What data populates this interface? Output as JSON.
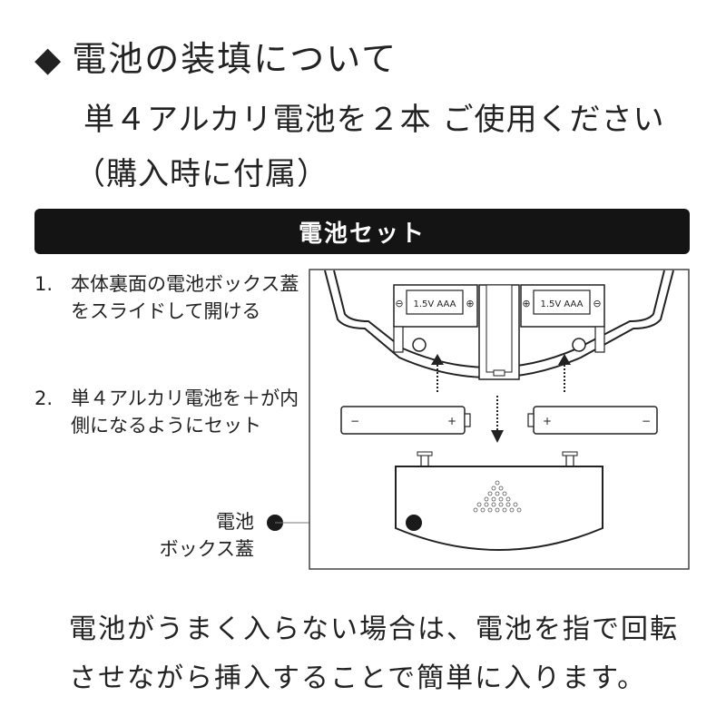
{
  "heading": {
    "marker": "◆",
    "title": "電池の装填について"
  },
  "intro": {
    "line1": "単４アルカリ電池を２本 ご使用ください",
    "line2": "（購入時に付属）"
  },
  "banner": {
    "label": "電池セット"
  },
  "steps": [
    {
      "num": "1.",
      "text": "本体裏面の電池ボックス蓋をスライドして開ける"
    },
    {
      "num": "2.",
      "text": "単４アルカリ電池を＋が内側になるようにセット"
    }
  ],
  "diagram": {
    "battery_label_left": "1.5V AAA",
    "battery_label_right": "1.5V AAA",
    "plus": "+",
    "minus": "−",
    "plus_circled": "⊕",
    "minus_circled": "⊖"
  },
  "lid_label": {
    "line1": "電池",
    "line2": "ボックス蓋"
  },
  "note": {
    "line1": "電池がうまく入らない場合は、電池を指で回転",
    "line2": "させながら挿入することで簡単に入ります。"
  }
}
